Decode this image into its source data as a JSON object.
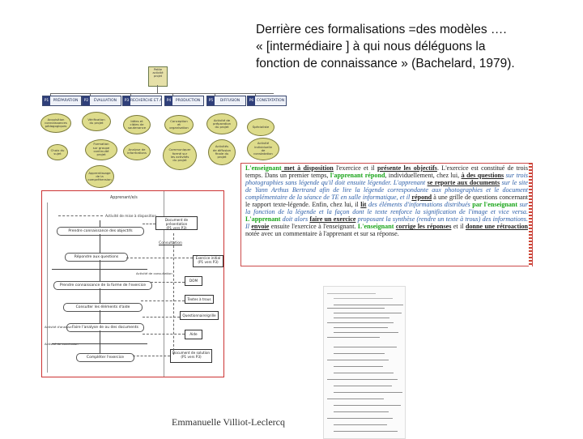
{
  "title": {
    "line1": "Derrière ces formalisations =des modèles ….",
    "line2": "« [intermédiaire ] à qui nous déléguons la",
    "line3": "fonction de connaissance » (Bachelard, 1979)."
  },
  "org_chart": {
    "root": "Petite\nactivité\nprojet",
    "headers": [
      {
        "num": "P1",
        "label": "PRÉPARATION"
      },
      {
        "num": "P2",
        "label": "ÉVALUATION"
      },
      {
        "num": "P3",
        "label": "RECHERCHE\nET ANALYSE"
      },
      {
        "num": "P4",
        "label": "PRODUCTION"
      },
      {
        "num": "P5",
        "label": "DIFFUSION"
      },
      {
        "num": "P6",
        "label": "CONSTATATION"
      }
    ],
    "ovals": [
      "Acquisition\nconnaissances\npédagogiques",
      "Vérification\ndu projet",
      "Idées et\ncibles de\nsoutenance",
      "Conception\net\norganisation",
      "Activité de\npréparation\ndu projet",
      "Spécialiste",
      "Choix du\nsujet",
      "Formation\nsur groupe\ncontinuité\nprojet",
      "Analyse de\ninformations",
      "Communiquer\nformé sur\nles activités\ndu projet",
      "Activités\nde diffusion\nfinale du\nprojet",
      "Activité\nindividuelle\nde\nconstatation",
      "Apprentissage\nde la\ncompréhension"
    ]
  },
  "excerpt": {
    "s1": "L'enseignant",
    "s2": " met à disposition",
    "s3": " l'exercice et il ",
    "s4": "présente les objectifs",
    "s5": ". L'exercice est constitué de trois temps. Dans un premier temps, ",
    "s6": "l'apprenant répond",
    "s7": ", individuellement, chez lui, ",
    "s8": "à des questions",
    "s9": " sur trois photographies sans légende qu'il doit ensuite légender. L'apprenant ",
    "s10": "se reporte aux documents",
    "s11": " sur le site de Yann Arthus Bertrand afin de lire la légende correspondante aux photographies et le document complémentaire de la séance de TE en salle informatique, et il ",
    "s12": "répond",
    "s13": " à une grille de questions concernant le rapport texte-légende. Enfin, chez lui, il ",
    "s14": "lit",
    "s15": " des éléments d'informations distribués ",
    "s16": "par l'enseignant",
    "s17": " sur la fonction de la légende et la façon dont le texte renforce la signification de l'image et vice versa. ",
    "s18": "L'apprenant",
    "s19": " doit alors ",
    "s20": "faire un exercice",
    "s21": " proposant la synthèse (rendre un texte à trous) des informations. Il ",
    "s22": "envoie",
    "s23": " ensuite l'exercice à l'enseignant. ",
    "s24": "L'enseignant",
    "s25": " ",
    "s26": "corrige les réponses",
    "s27": " et il ",
    "s28": "donne une rétroaction",
    "s29": " notée avec un commentaire à l'apprenant et sur sa réponse."
  },
  "activity_diagram": {
    "lane_label": "Apprenant/e/s",
    "top_note": "Activité de mise à disposition",
    "activities": [
      "Prendre connaissance des objectifs",
      "Répondre aux questions",
      "Prendre connaissance de la forme de l'exercice",
      "Consulter les éléments d'aide",
      "Faire l'analyse de ou des documents",
      "Compléter l'exercice"
    ],
    "documents": [
      "Document de présentation\n(P1 vers P3)",
      "Exercice initial\n(P1 vers P3)",
      "DOM",
      "Textes à trous",
      "Questionnaire/grille",
      "Aide",
      "Document de solution\n(P1 vers P3)"
    ],
    "side_labels": [
      "Consultation",
      "Activité de consultation",
      "Activité d'analyse",
      "Activité de conclusion"
    ]
  },
  "author": "Emmanuelle Villiot-Leclercq"
}
